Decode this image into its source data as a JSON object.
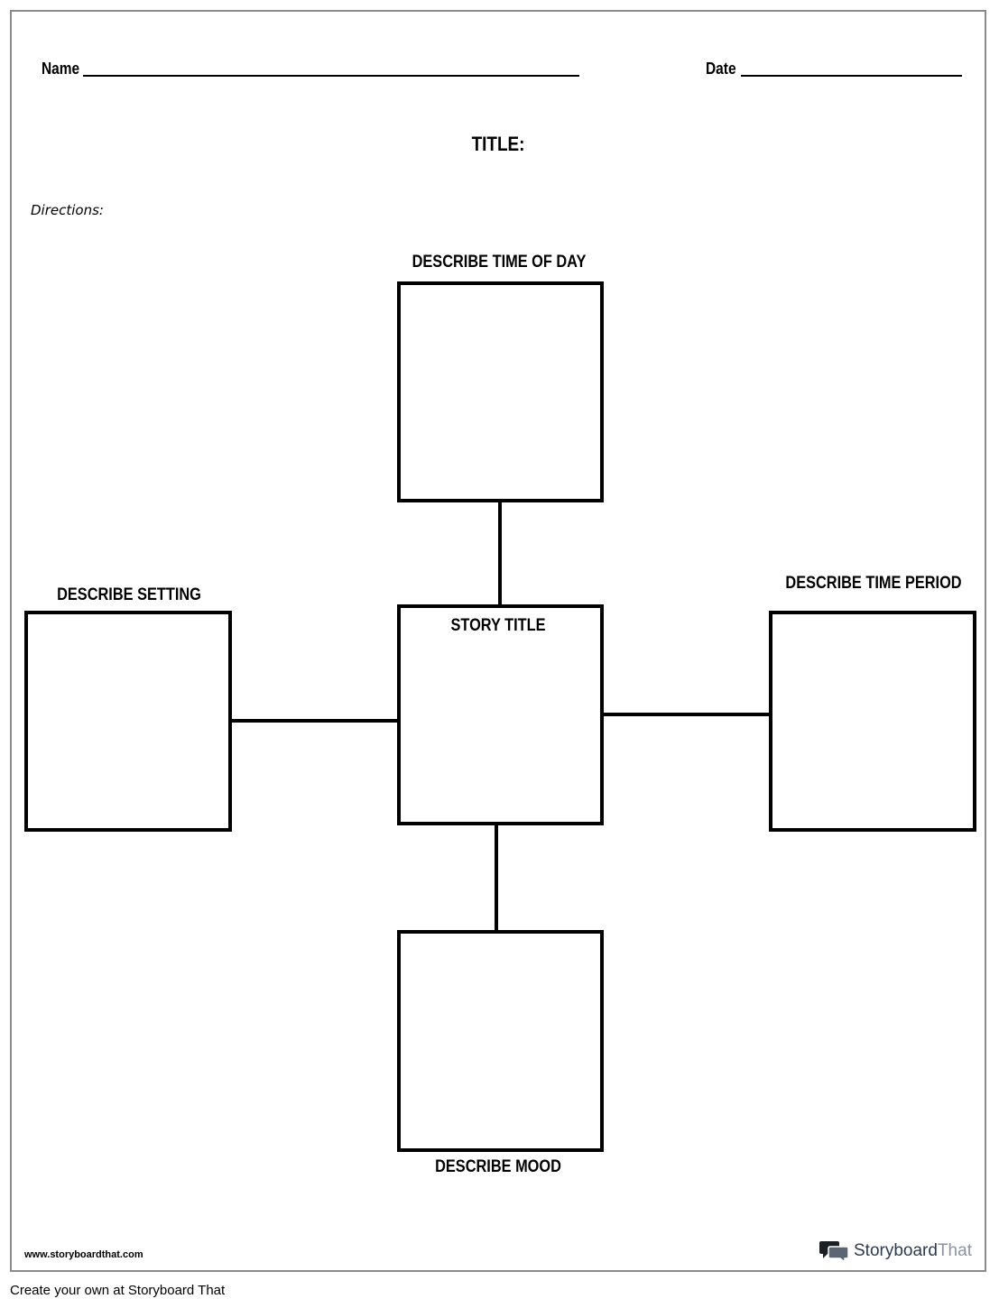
{
  "header": {
    "name_label": "Name",
    "date_label": "Date",
    "title_label": "TITLE:",
    "directions_label": "Directions:"
  },
  "diagram": {
    "top": "DESCRIBE TIME OF DAY",
    "left": "DESCRIBE SETTING",
    "center": "STORY TITLE",
    "right": "DESCRIBE TIME PERIOD",
    "bottom": "DESCRIBE MOOD"
  },
  "footer": {
    "website": "www.storyboardthat.com",
    "brand_main": "Storyboard",
    "brand_light": "That",
    "caption": "Create your own at Storyboard That"
  }
}
